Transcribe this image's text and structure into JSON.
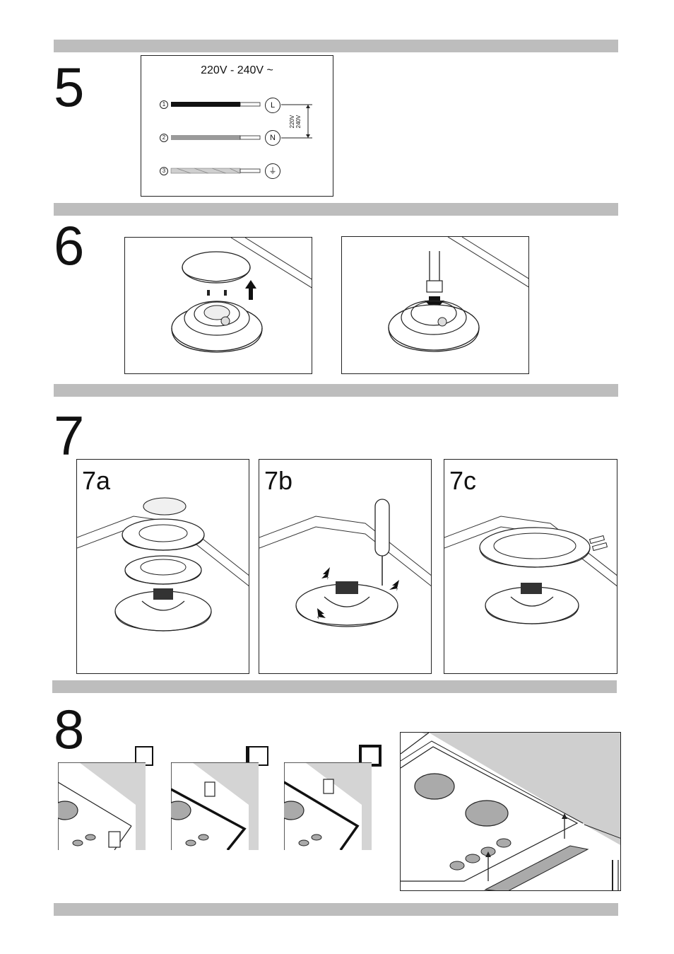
{
  "steps": {
    "s5": {
      "number": "5"
    },
    "s6": {
      "number": "6"
    },
    "s7": {
      "number": "7"
    },
    "s8": {
      "number": "8"
    }
  },
  "wiring": {
    "title": "220V - 240V ~",
    "wires": [
      {
        "num": "1",
        "terminal": "L"
      },
      {
        "num": "2",
        "terminal": "N"
      },
      {
        "num": "3",
        "terminal": "⏚"
      }
    ],
    "voltage_line1": "220V",
    "voltage_line2": "240V"
  },
  "sub_steps": {
    "a": "7a",
    "b": "7b",
    "c": "7c"
  },
  "colors": {
    "bar": "#bdbdbd",
    "line": "#222222",
    "wire_black": "#111111",
    "wire_grey": "#9a9a9a"
  }
}
